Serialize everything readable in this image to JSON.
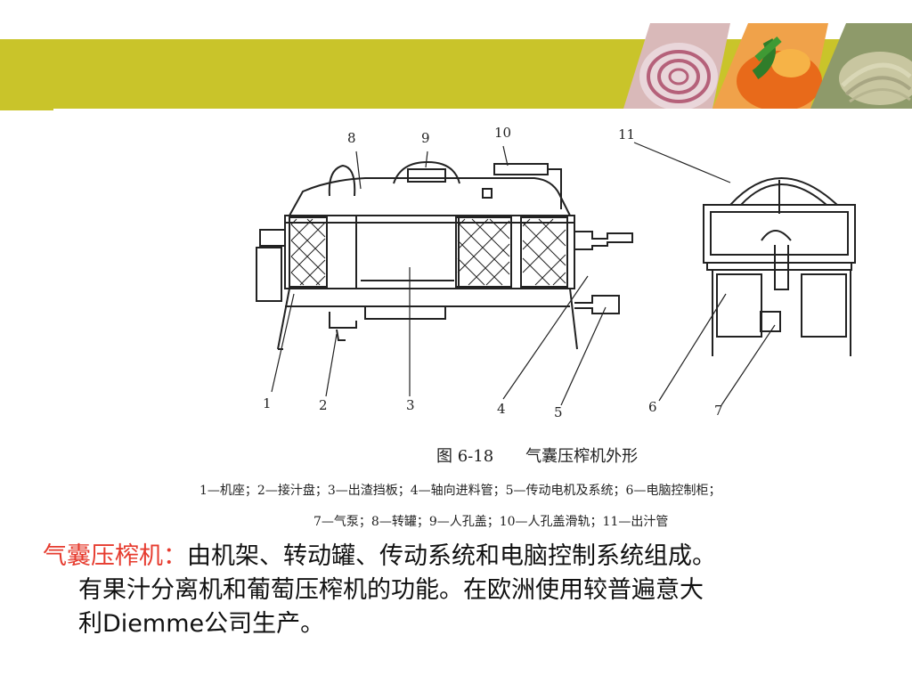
{
  "figure": {
    "part_numbers": [
      "1",
      "2",
      "3",
      "4",
      "5",
      "6",
      "7",
      "8",
      "9",
      "10",
      "11"
    ],
    "title": "图 6-18　　气囊压榨机外形",
    "legend_line1": "1—机座；2—接汁盘；3—出渣挡板；4—轴向进料管；5—传动电机及系统；6—电脑控制柜；",
    "legend_line2": "7—气泵；8—转罐；9—人孔盖；10—人孔盖滑轨；11—出汁管"
  },
  "caption": {
    "term": "气囊压榨机：",
    "line1_rest": "由机架、转动罐、传动系统和电脑控制系统组成。",
    "line2": "有果汁分离机和葡萄压榨机的功能。在欧洲使用较普遍意大",
    "line3": "利Diemme公司生产。"
  },
  "colors": {
    "banner": "#c9c42a",
    "term": "#e63b2e"
  }
}
